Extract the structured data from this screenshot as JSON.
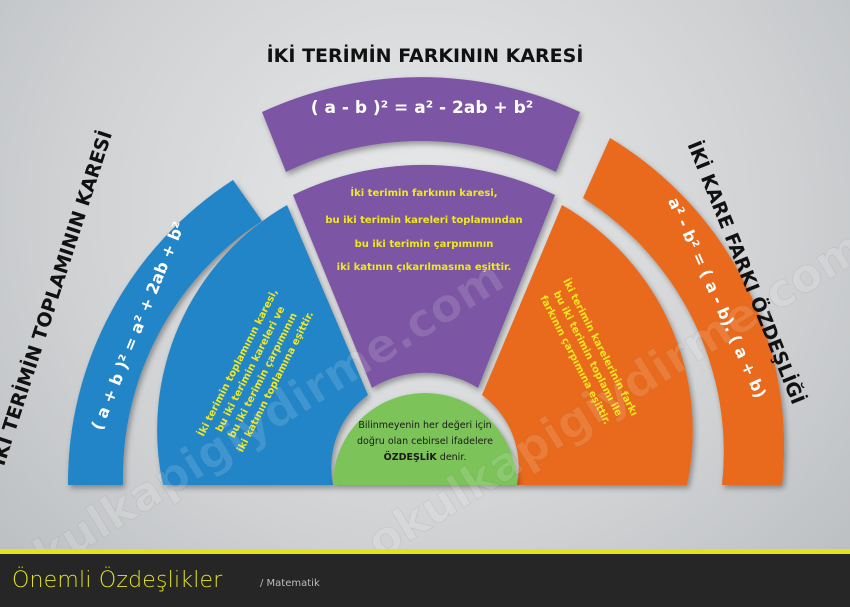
{
  "titles": {
    "left": "İKİ TERİMİN TOPLAMININ KARESİ",
    "top": "İKİ TERİMİN FARKININ KARESİ",
    "right": "İKİ KARE FARKI ÖZDEŞLİĞİ"
  },
  "formulas": {
    "sum_square": "( a + b )² = a² + 2ab + b²",
    "diff_square": "( a - b )² = a² - 2ab + b²",
    "diff_of_squares": "a² - b² = ( a - b). ( a + b)"
  },
  "descriptions": {
    "left": [
      "İki terimin toplamının karesi,",
      "bu iki terimin kareleri ve",
      "bu iki terimin çarpımının",
      "iki katının toplamına eşittir."
    ],
    "middle": [
      "İki terimin farkının karesi,",
      "bu iki terimin kareleri toplamından",
      "bu iki terimin çarpımının",
      "iki katının çıkarılmasına eşittir."
    ],
    "right": [
      "İki terimin karelerinin farkı",
      "bu iki terimin toplamı ile",
      "farkının çarpımına eşittir."
    ]
  },
  "center": {
    "line1": "Bilinmeyenin her değeri için",
    "line2": "doğru olan cebirsel ifadelere",
    "bold": "ÖZDEŞLİK",
    "tail": " denir."
  },
  "footer": {
    "title": "Önemli Özdeşlikler",
    "subtitle": "/ Matematik"
  },
  "watermark": "okulkapigiydirme.com",
  "colors": {
    "blue": "#2185c8",
    "purple": "#7b57a5",
    "orange": "#e96a1e",
    "green": "#7cc35a",
    "yellow_text": "#f2e81e",
    "footer_accent": "#e3e31c"
  }
}
